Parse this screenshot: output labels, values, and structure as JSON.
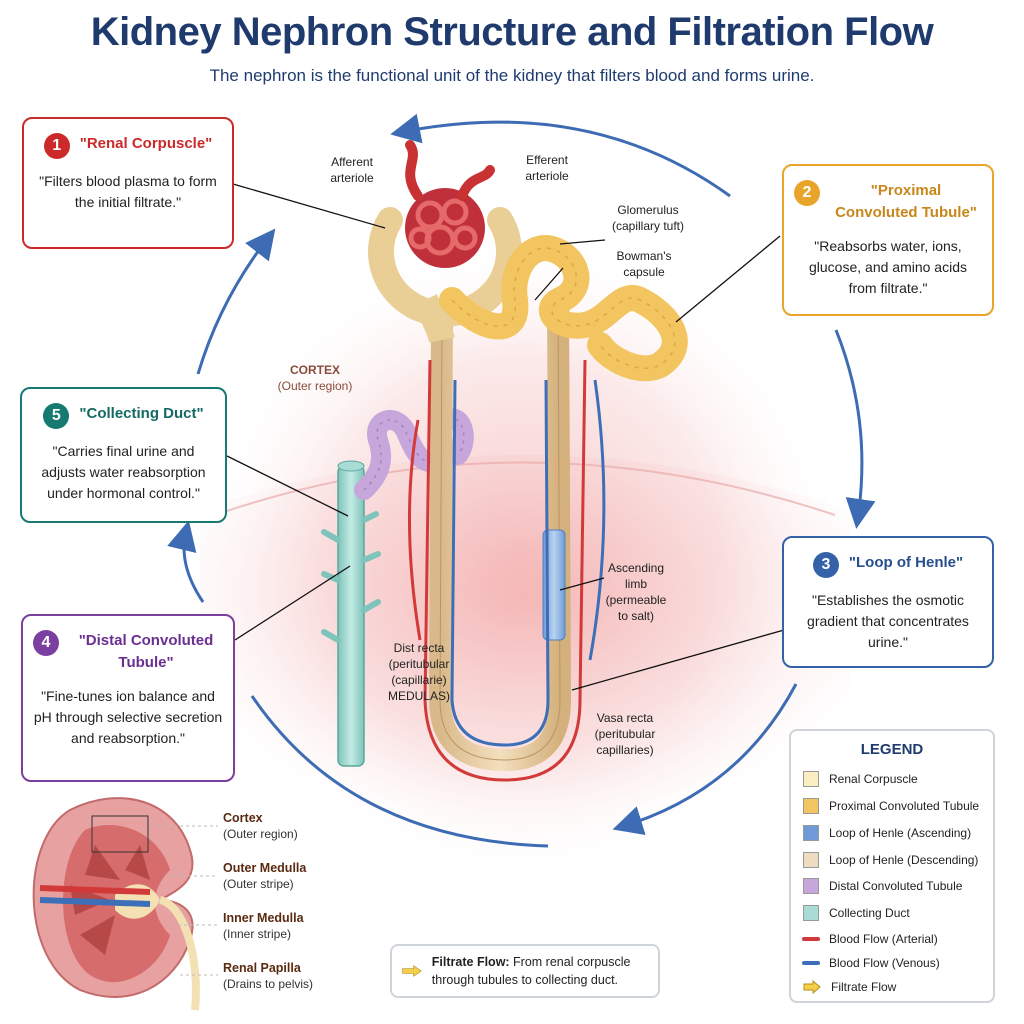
{
  "title": "Kidney Nephron Structure and Filtration Flow",
  "subtitle": "The nephron is the functional unit of the kidney that filters blood and forms urine.",
  "cards": [
    {
      "num": "1",
      "title": "\"Renal Corpuscle\"",
      "desc": "\"Filters blood plasma to form the initial filtrate.\"",
      "color": "#cc2a2a"
    },
    {
      "num": "2",
      "title": "\"Proximal Convoluted Tubule\"",
      "desc": "\"Reabsorbs water, ions, glucose, and amino acids from filtrate.\"",
      "color": "#e8a52a"
    },
    {
      "num": "3",
      "title": "\"Loop of Henle\"",
      "desc": "\"Establishes the osmotic gradient that concentrates urine.\"",
      "color": "#3561a8"
    },
    {
      "num": "4",
      "title": "\"Distal Convoluted Tubule\"",
      "desc": "\"Fine-tunes ion balance and pH through selective secretion and reabsorption.\"",
      "color": "#7b3fa0"
    },
    {
      "num": "5",
      "title": "\"Collecting Duct\"",
      "desc": "\"Carries final urine and adjusts water reabsorption under hormonal control.\"",
      "color": "#177a72"
    }
  ],
  "labels": {
    "afferent": "Afferent arteriole",
    "efferent": "Efferent arteriole",
    "glomerulus": "Glomerulus (capillary tuft)",
    "bowman": "Bowman's capsule",
    "cortex_title": "CORTEX",
    "cortex_sub": "(Outer region)",
    "ascending": "Ascending limb (permeable to salt)",
    "vasa_left": "Dist recta (peritubular (capillarie) MEDULAS)",
    "vasa_right": "Vasa recta (peritubular capillaries)"
  },
  "regions": [
    {
      "name": "Cortex",
      "sub": "(Outer region)"
    },
    {
      "name": "Outer Medulla",
      "sub": "(Outer stripe)"
    },
    {
      "name": "Inner Medulla",
      "sub": "(Inner stripe)"
    },
    {
      "name": "Renal Papilla",
      "sub": "(Drains to pelvis)"
    }
  ],
  "flow": {
    "bold": "Filtrate Flow:",
    "text": " From renal corpuscle through tubules to collecting duct."
  },
  "legend": {
    "title": "LEGEND",
    "items": [
      {
        "label": "Renal Corpuscle",
        "color": "#fbefc2",
        "kind": "box"
      },
      {
        "label": "Proximal Convoluted Tubule",
        "color": "#f2c560",
        "kind": "box"
      },
      {
        "label": "Loop of Henle (Ascending)",
        "color": "#6e9bd8",
        "kind": "box"
      },
      {
        "label": "Loop of Henle (Descending)",
        "color": "#efdcc0",
        "kind": "box"
      },
      {
        "label": "Distal Convoluted Tubule",
        "color": "#c7a6dc",
        "kind": "box"
      },
      {
        "label": "Collecting Duct",
        "color": "#a9dcd4",
        "kind": "box"
      },
      {
        "label": "Blood Flow (Arterial)",
        "color": "#d23a3a",
        "kind": "line"
      },
      {
        "label": "Blood Flow (Venous)",
        "color": "#3d6fb8",
        "kind": "line"
      },
      {
        "label": "Filtrate Flow",
        "color": "#f3cf4a",
        "kind": "arrow"
      }
    ]
  }
}
